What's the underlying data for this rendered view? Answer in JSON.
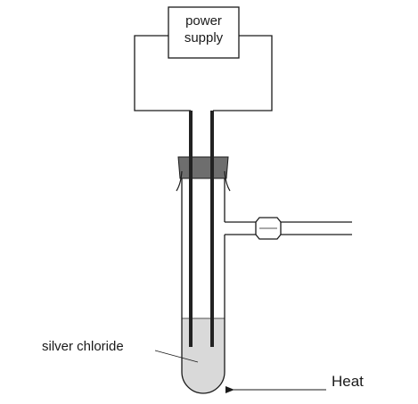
{
  "labels": {
    "power_supply_line1": "power",
    "power_supply_line2": "supply",
    "silver_chloride": "silver chloride",
    "heat": "Heat"
  },
  "colors": {
    "line": "#1a1a1a",
    "electrode": "#222222",
    "bung": "#6e6e6e",
    "silver_chloride_fill": "#d9d9d9"
  }
}
